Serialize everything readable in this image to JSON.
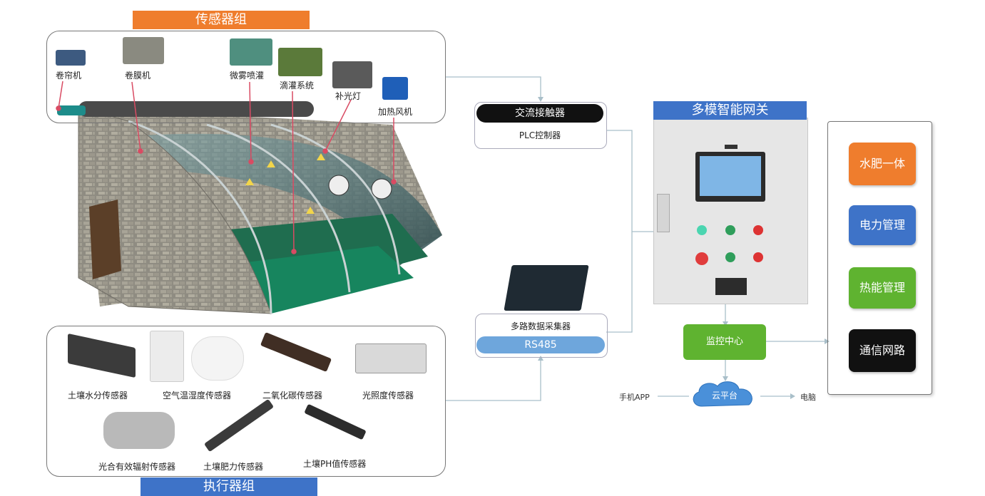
{
  "sensor_group": {
    "title": "传感器组",
    "items": [
      {
        "label": "卷帘机",
        "icon": "motor-icon"
      },
      {
        "label": "卷膜机",
        "icon": "motor-icon"
      },
      {
        "label": "微雾喷灌",
        "icon": "mist-icon"
      },
      {
        "label": "滴灌系统",
        "icon": "drip-icon"
      },
      {
        "label": "补光灯",
        "icon": "lamp-icon"
      },
      {
        "label": "加热风机",
        "icon": "fan-icon"
      }
    ]
  },
  "actuator_group": {
    "title": "执行器组",
    "items": [
      {
        "label": "土壤水分传感器"
      },
      {
        "label": "空气温湿度传感器"
      },
      {
        "label": "二氧化碳传感器"
      },
      {
        "label": "光照度传感器"
      },
      {
        "label": "光合有效辐射传感器"
      },
      {
        "label": "土壤肥力传感器"
      },
      {
        "label": "土壤PH值传感器"
      }
    ]
  },
  "plc": {
    "top": "交流接触器",
    "bottom": "PLC控制器"
  },
  "collector": {
    "top": "多路数据采集器",
    "bottom": "RS485"
  },
  "gateway": {
    "title": "多模智能网关"
  },
  "monitor": {
    "label": "监控中心"
  },
  "cloud": {
    "label": "云平台",
    "left": "手机APP",
    "right": "电脑"
  },
  "right_panel": {
    "items": [
      {
        "label": "水肥一体",
        "color": "#ef7d2d"
      },
      {
        "label": "电力管理",
        "color": "#3e73c8"
      },
      {
        "label": "热能管理",
        "color": "#5fb330"
      },
      {
        "label": "通信网路",
        "color": "#111111"
      }
    ]
  },
  "colors": {
    "orange": "#ef7d2d",
    "blue": "#3e73c8",
    "green": "#5fb330",
    "light_blue": "#6ea6dc"
  }
}
